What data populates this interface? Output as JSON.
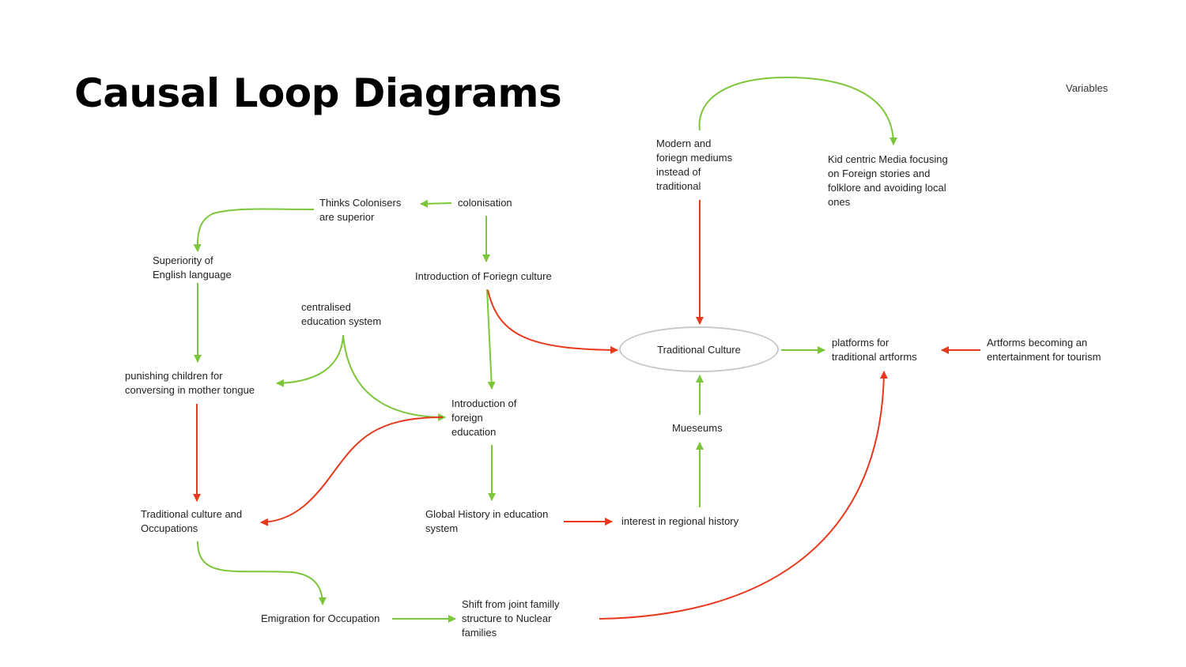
{
  "title": "Causal Loop Diagrams",
  "legend": {
    "label": "Variables"
  },
  "colors": {
    "positive": "#7cc63a",
    "negative": "#e8391d",
    "ellipse_border": "#c8c8c8"
  },
  "nodes": {
    "colonisation": "colonisation",
    "thinks_colonisers": "Thinks Colonisers\nare superior",
    "superiority_english": "Superiority of\nEnglish language",
    "intro_foreign_culture": "Introduction of Foriegn culture",
    "centralised_education": "centralised\neducation system",
    "punishing_children": "punishing children for\nconversing in mother tongue",
    "intro_foreign_education": "Introduction of\nforeign\neducation",
    "traditional_occupations": "Traditional culture and\nOccupations",
    "global_history": "Global History in education\nsystem",
    "interest_regional": "interest in regional history",
    "mueseums": "Mueseums",
    "traditional_culture": "Traditional Culture",
    "modern_mediums": "Modern and\nforiegn mediums\ninstead of\ntraditional",
    "kid_media": "Kid centric Media focusing\non Foreign stories and\nfolklore and avoiding local\nones",
    "platforms": "platforms for\ntraditional artforms",
    "artforms_tourism": "Artforms becoming an\nentertainment for tourism",
    "emigration": "Emigration for Occupation",
    "shift_nuclear": "Shift from joint familly\nstructure to Nuclear\nfamilies"
  },
  "edges": [
    {
      "from": "colonisation",
      "to": "thinks_colonisers",
      "polarity": "positive"
    },
    {
      "from": "colonisation",
      "to": "intro_foreign_culture",
      "polarity": "positive"
    },
    {
      "from": "thinks_colonisers",
      "to": "superiority_english",
      "polarity": "positive"
    },
    {
      "from": "superiority_english",
      "to": "punishing_children",
      "polarity": "positive"
    },
    {
      "from": "centralised_education",
      "to": "punishing_children",
      "polarity": "positive"
    },
    {
      "from": "centralised_education",
      "to": "intro_foreign_education",
      "polarity": "positive"
    },
    {
      "from": "intro_foreign_culture",
      "to": "intro_foreign_education",
      "polarity": "positive"
    },
    {
      "from": "intro_foreign_culture",
      "to": "traditional_culture",
      "polarity": "negative"
    },
    {
      "from": "punishing_children",
      "to": "traditional_occupations",
      "polarity": "negative"
    },
    {
      "from": "intro_foreign_education",
      "to": "traditional_occupations",
      "polarity": "negative"
    },
    {
      "from": "intro_foreign_education",
      "to": "global_history",
      "polarity": "positive"
    },
    {
      "from": "global_history",
      "to": "interest_regional",
      "polarity": "negative"
    },
    {
      "from": "interest_regional",
      "to": "mueseums",
      "polarity": "positive"
    },
    {
      "from": "mueseums",
      "to": "traditional_culture",
      "polarity": "positive"
    },
    {
      "from": "modern_mediums",
      "to": "traditional_culture",
      "polarity": "negative"
    },
    {
      "from": "modern_mediums",
      "to": "kid_media",
      "polarity": "positive"
    },
    {
      "from": "traditional_culture",
      "to": "platforms",
      "polarity": "positive"
    },
    {
      "from": "artforms_tourism",
      "to": "platforms",
      "polarity": "negative"
    },
    {
      "from": "traditional_occupations",
      "to": "emigration",
      "polarity": "positive"
    },
    {
      "from": "emigration",
      "to": "shift_nuclear",
      "polarity": "positive"
    },
    {
      "from": "shift_nuclear",
      "to": "platforms",
      "polarity": "negative"
    }
  ]
}
